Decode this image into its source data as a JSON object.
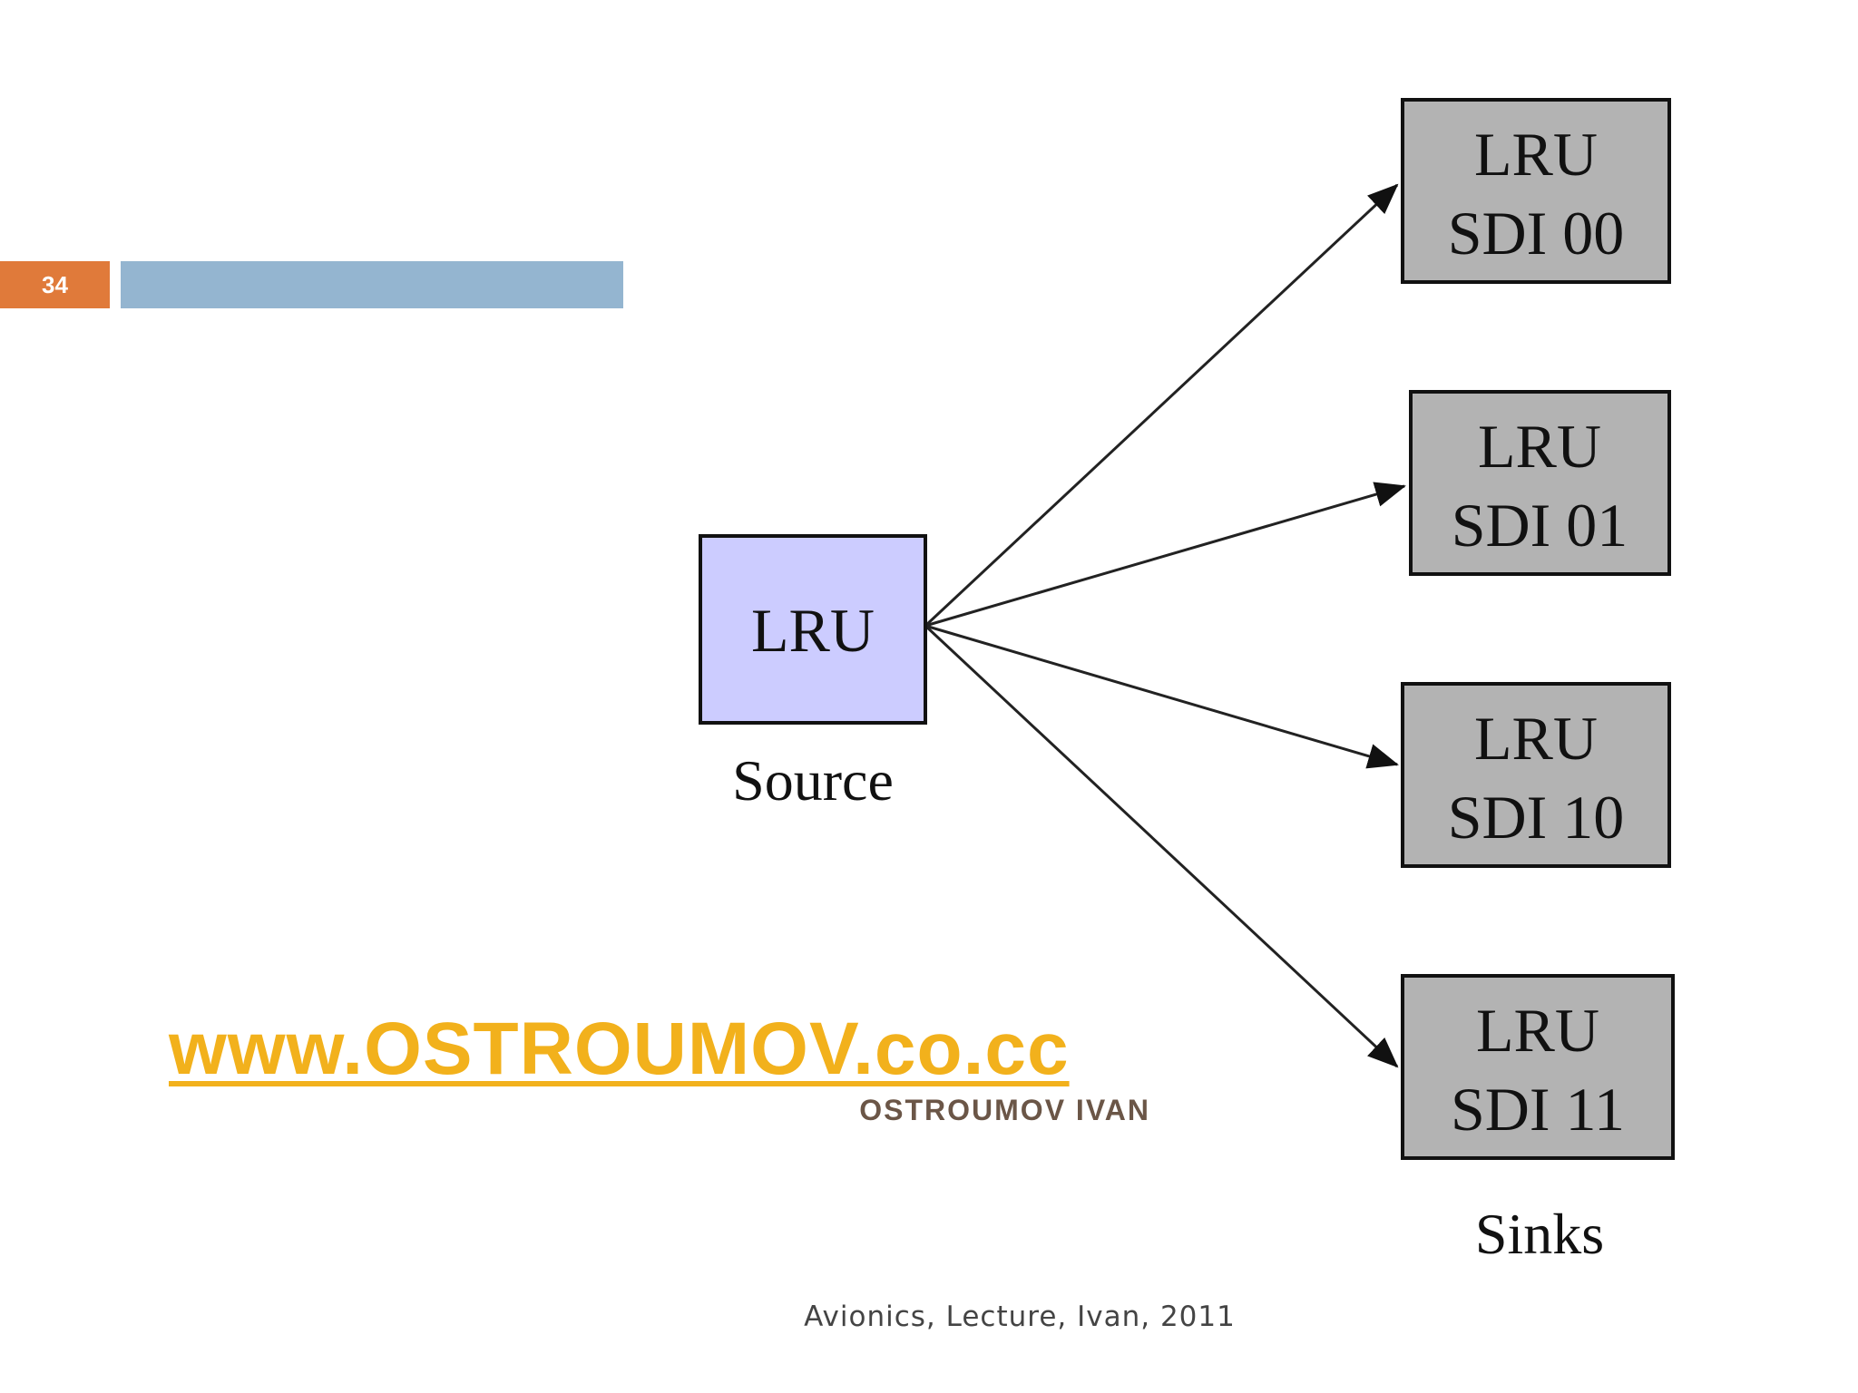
{
  "slide": {
    "number": "34",
    "footer": "Avionics, Lecture, Ivan, 2011"
  },
  "colors": {
    "number_box": "#E07A3A",
    "title_bar": "#94B5D0",
    "source_fill": "#CCCCFF",
    "sink_fill": "#B3B3B3",
    "watermark_url": "#F2B11C",
    "watermark_author": "#6B5647"
  },
  "diagram": {
    "source": {
      "label": "LRU",
      "caption": "Source"
    },
    "sinks": [
      {
        "line1": "LRU",
        "line2": "SDI 00"
      },
      {
        "line1": "LRU",
        "line2": "SDI 01"
      },
      {
        "line1": "LRU",
        "line2": "SDI 10"
      },
      {
        "line1": "LRU",
        "line2": "SDI 11"
      }
    ],
    "sinks_caption": "Sinks"
  },
  "watermark": {
    "url": "www.OSTROUMOV.co.cc",
    "author": "OSTROUMOV IVAN"
  }
}
